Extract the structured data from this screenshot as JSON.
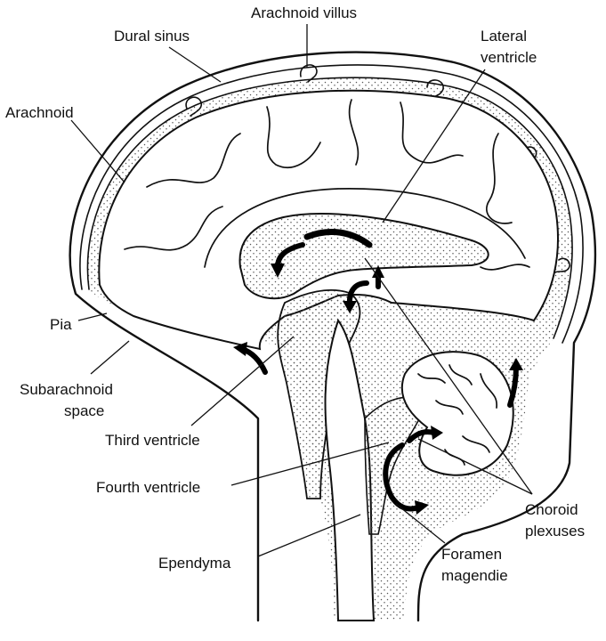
{
  "labels": {
    "arachnoid_villus": "Arachnoid villus",
    "dural_sinus": "Dural sinus",
    "lateral_ventricle_1": "Lateral",
    "lateral_ventricle_2": "ventricle",
    "arachnoid": "Arachnoid",
    "pia": "Pia",
    "subarachnoid_1": "Subarachnoid",
    "subarachnoid_2": "space",
    "third_ventricle": "Third ventricle",
    "fourth_ventricle": "Fourth ventricle",
    "ependyma": "Ependyma",
    "choroid_1": "Choroid",
    "choroid_2": "plexuses",
    "foramen_1": "Foramen",
    "foramen_2": "magendie"
  },
  "colors": {
    "ink": "#111111",
    "background": "#ffffff",
    "csf_stipple": "#555555"
  }
}
